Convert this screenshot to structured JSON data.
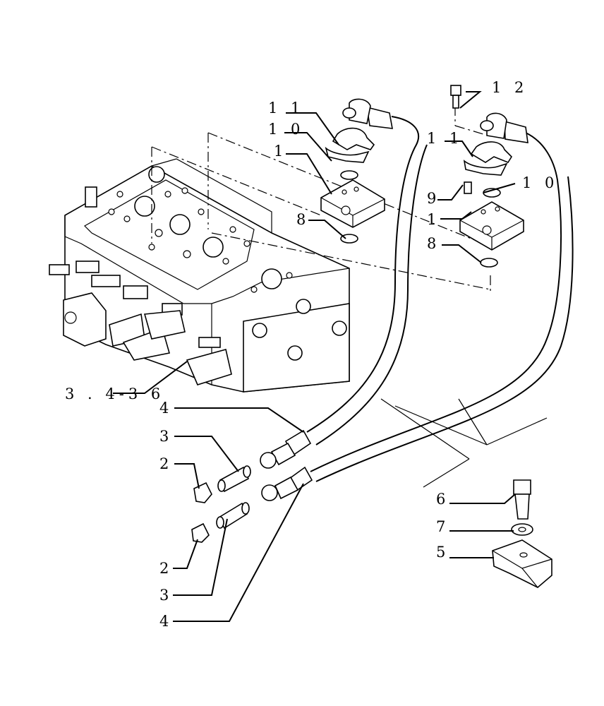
{
  "callouts": {
    "c_3436": "3 . 4-3 6",
    "c_4a": "4",
    "c_3a": "3",
    "c_2a": "2",
    "c_2b": "2",
    "c_3b": "3",
    "c_4b": "4",
    "c_11a": "1 1",
    "c_10a": "1 0",
    "c_1a": "1",
    "c_8a": "8",
    "c_12": "1 2",
    "c_11b": "1 1",
    "c_9": "9",
    "c_10b": "1 0",
    "c_1b": "1",
    "c_8b": "8",
    "c_6": "6",
    "c_7": "7",
    "c_5": "5"
  }
}
